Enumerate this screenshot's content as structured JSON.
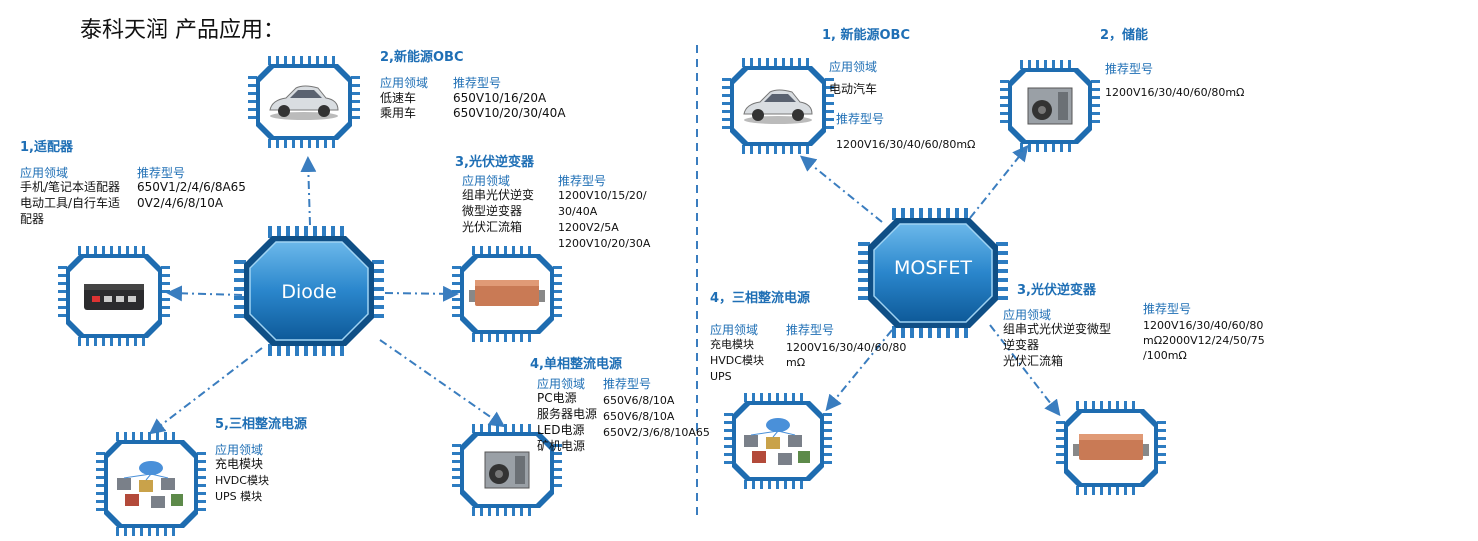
{
  "page_title": "泰科天润 产品应用：",
  "colors": {
    "accent": "#1f6fb5",
    "hub_dark": "#0f5d9e",
    "hub_light": "#4aa3df",
    "pin": "#2d7cc1",
    "link": "#3a7dbf"
  },
  "diode": {
    "hub_label": "Diode",
    "adapter": {
      "title": "1,适配器",
      "field_label": "应用领域",
      "model_label": "推荐型号",
      "fields": [
        "手机/笔记本适配器",
        "电动工具/自行车适",
        "配器"
      ],
      "models": [
        "650V1/2/4/6/8A65",
        "0V2/4/6/8/10A"
      ]
    },
    "obc": {
      "title": "2,新能源OBC",
      "field_label": "应用领域",
      "model_label": "推荐型号",
      "fields": [
        "低速车",
        "乘用车"
      ],
      "models": [
        "650V10/16/20A",
        "650V10/20/30/40A"
      ]
    },
    "pv": {
      "title": "3,光伏逆变器",
      "field_label": "应用领域",
      "model_label": "推荐型号",
      "fields": [
        "组串光伏逆变",
        "微型逆变器",
        "光伏汇流箱"
      ],
      "models": [
        "1200V10/15/20/",
        "30/40A",
        "1200V2/5A",
        "1200V10/20/30A"
      ]
    },
    "single_phase": {
      "title": "4,单相整流电源",
      "field_label": "应用领域",
      "model_label": "推荐型号",
      "fields": [
        "PC电源",
        "服务器电源",
        "LED电源",
        "矿机电源"
      ],
      "models": [
        "650V6/8/10A",
        "650V6/8/10A",
        "650V2/3/6/8/10A65"
      ]
    },
    "three_phase": {
      "title": "5,三相整流电源",
      "field_label": "应用领域",
      "fields": [
        "充电模块",
        "HVDC模块",
        "UPS 模块"
      ]
    }
  },
  "mosfet": {
    "hub_label": "MOSFET",
    "obc": {
      "title": "1, 新能源OBC",
      "field_label": "应用领域",
      "field": "电动汽车",
      "model_label": "推荐型号",
      "model": "1200V16/30/40/60/80mΩ"
    },
    "storage": {
      "title": "2，储能",
      "model_label": "推荐型号",
      "model": "1200V16/30/40/60/80mΩ"
    },
    "pv": {
      "title": "3,光伏逆变器",
      "field_label": "应用领域",
      "fields": [
        "组串式光伏逆变微型",
        "逆变器",
        "光伏汇流箱"
      ],
      "model_label": "推荐型号",
      "models": [
        "1200V16/30/40/60/80",
        "mΩ2000V12/24/50/75",
        "/100mΩ"
      ]
    },
    "three_phase": {
      "title": "4，三相整流电源",
      "field_label": "应用领域",
      "model_label": "推荐型号",
      "fields": [
        "充电模块",
        "HVDC模块",
        "UPS"
      ],
      "models": [
        "1200V16/30/40/60/80",
        "mΩ"
      ]
    }
  }
}
